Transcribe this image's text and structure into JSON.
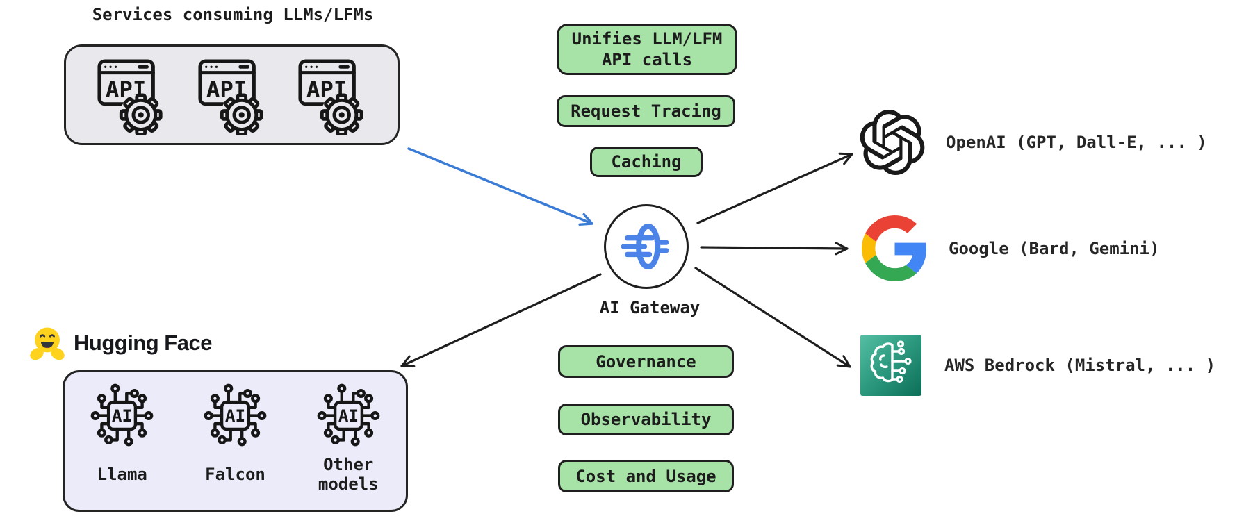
{
  "services": {
    "title": "Services consuming LLMs/LFMs",
    "api_label": "API"
  },
  "gateway": {
    "label": "AI Gateway"
  },
  "features_top": [
    {
      "label": "Unifies LLM/LFM\nAPI calls"
    },
    {
      "label": "Request Tracing"
    },
    {
      "label": "Caching"
    }
  ],
  "features_bottom": [
    {
      "label": "Governance"
    },
    {
      "label": "Observability"
    },
    {
      "label": "Cost and Usage"
    }
  ],
  "providers": [
    {
      "name": "openai",
      "label": "OpenAI (GPT, Dall-E, ... )"
    },
    {
      "name": "google",
      "label": "Google (Bard, Gemini)"
    },
    {
      "name": "bedrock",
      "label": "AWS Bedrock (Mistral, ... )"
    }
  ],
  "huggingface": {
    "title": "Hugging Face",
    "chip_label": "AI",
    "models": [
      {
        "label": "Llama"
      },
      {
        "label": "Falcon"
      },
      {
        "label": "Other\nmodels"
      }
    ]
  },
  "colors": {
    "pill_green": "#a7e3a7",
    "pill_border": "#1f1f1f",
    "services_box_fill": "#e9e9ed",
    "huggingface_box_fill": "#ebebfa",
    "arrow_black": "#1e1e1e",
    "arrow_blue": "#3a7cd5",
    "gateway_icon_blue": "#4b83e8",
    "bedrock_teal_light": "#55bfa3",
    "bedrock_teal_dark": "#0c6e57",
    "hf_emoji_yellow": "#ffd21e"
  }
}
